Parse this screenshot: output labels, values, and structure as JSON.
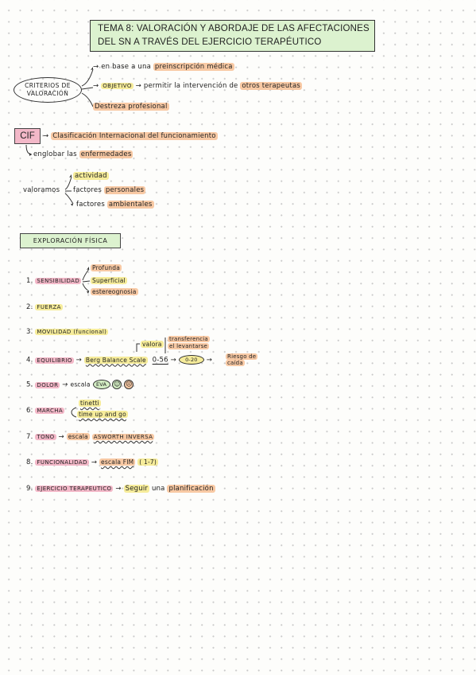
{
  "title": {
    "line1": "TEMA 8: VALORACIÓN Y ABORDAJE DE LAS AFECTACIONES",
    "line2": "DEL SN A TRAVÉS DEL EJERCICIO TERAPÉUTICO"
  },
  "criterios": {
    "label_line1": "CRITERIOS DE",
    "label_line2": "VALORACIÓN",
    "item1_pre": "en base a una",
    "item1_hl": "preinscripción médica",
    "item2_hl": "OBJETIVO",
    "item2_rest": "permitir la intervención de",
    "item2_hl2": "otros terapeutas",
    "item3_hl": "Destreza profesional"
  },
  "cif": {
    "label": "CIF",
    "definition": "Clasificación Internacional del funcionamiento",
    "note_pre": "englobar",
    "note_rest": "las",
    "note_hl": "enfermedades"
  },
  "valoramos": {
    "label": "valoramos",
    "item1": "actividad",
    "item2_pre": "factores",
    "item2_hl": "personales",
    "item3_pre": "factores",
    "item3_hl": "ambientales"
  },
  "exploracion": {
    "label": "EXPLORACIÓN FÍSICA",
    "i1_num": "1.",
    "i1_label": "SENSIBILIDAD",
    "i1_sub1": "Profunda",
    "i1_sub2": "Superficial",
    "i1_sub3": "estereognosia",
    "i2_num": "2.",
    "i2_label": "FUERZA",
    "i3_num": "3.",
    "i3_label": "MOVILIDAD",
    "i3_paren": "(funcional)",
    "i4_num": "4.",
    "i4_label": "EQUILIBRIO",
    "i4_scale": "Berg Balance Scale",
    "i4_range": "0-56",
    "i4_circle": "0-20",
    "i4_result_l1": "Riesgo de",
    "i4_result_l2": "caída",
    "i4_valora": "valora",
    "i4_valora_l1": "transferencia",
    "i4_valora_l2": "el levantarse",
    "i5_num": "5.",
    "i5_label": "DOLOR",
    "i5_scale": "escala",
    "i5_eva": "EVA",
    "i5_face1": "☺",
    "i5_face2": "☹",
    "i6_num": "6.",
    "i6_label": "MARCHA",
    "i6_sub1": "tinetti",
    "i6_sub2": "time up and go",
    "i7_num": "7.",
    "i7_label": "TONO",
    "i7_scale_pre": "escala",
    "i7_scale": "ASWORTH INVERSA",
    "i8_num": "8.",
    "i8_label": "FUNCIONALIDAD",
    "i8_scale": "escala FIM",
    "i8_range": "( 1-7)",
    "i9_num": "9.",
    "i9_label": "EJERCICIO TERAPEUTICO",
    "i9_rest_pre": "Seguir",
    "i9_rest_mid": "una",
    "i9_rest_hl": "planificación"
  },
  "symbols": {
    "arrow": "→"
  }
}
